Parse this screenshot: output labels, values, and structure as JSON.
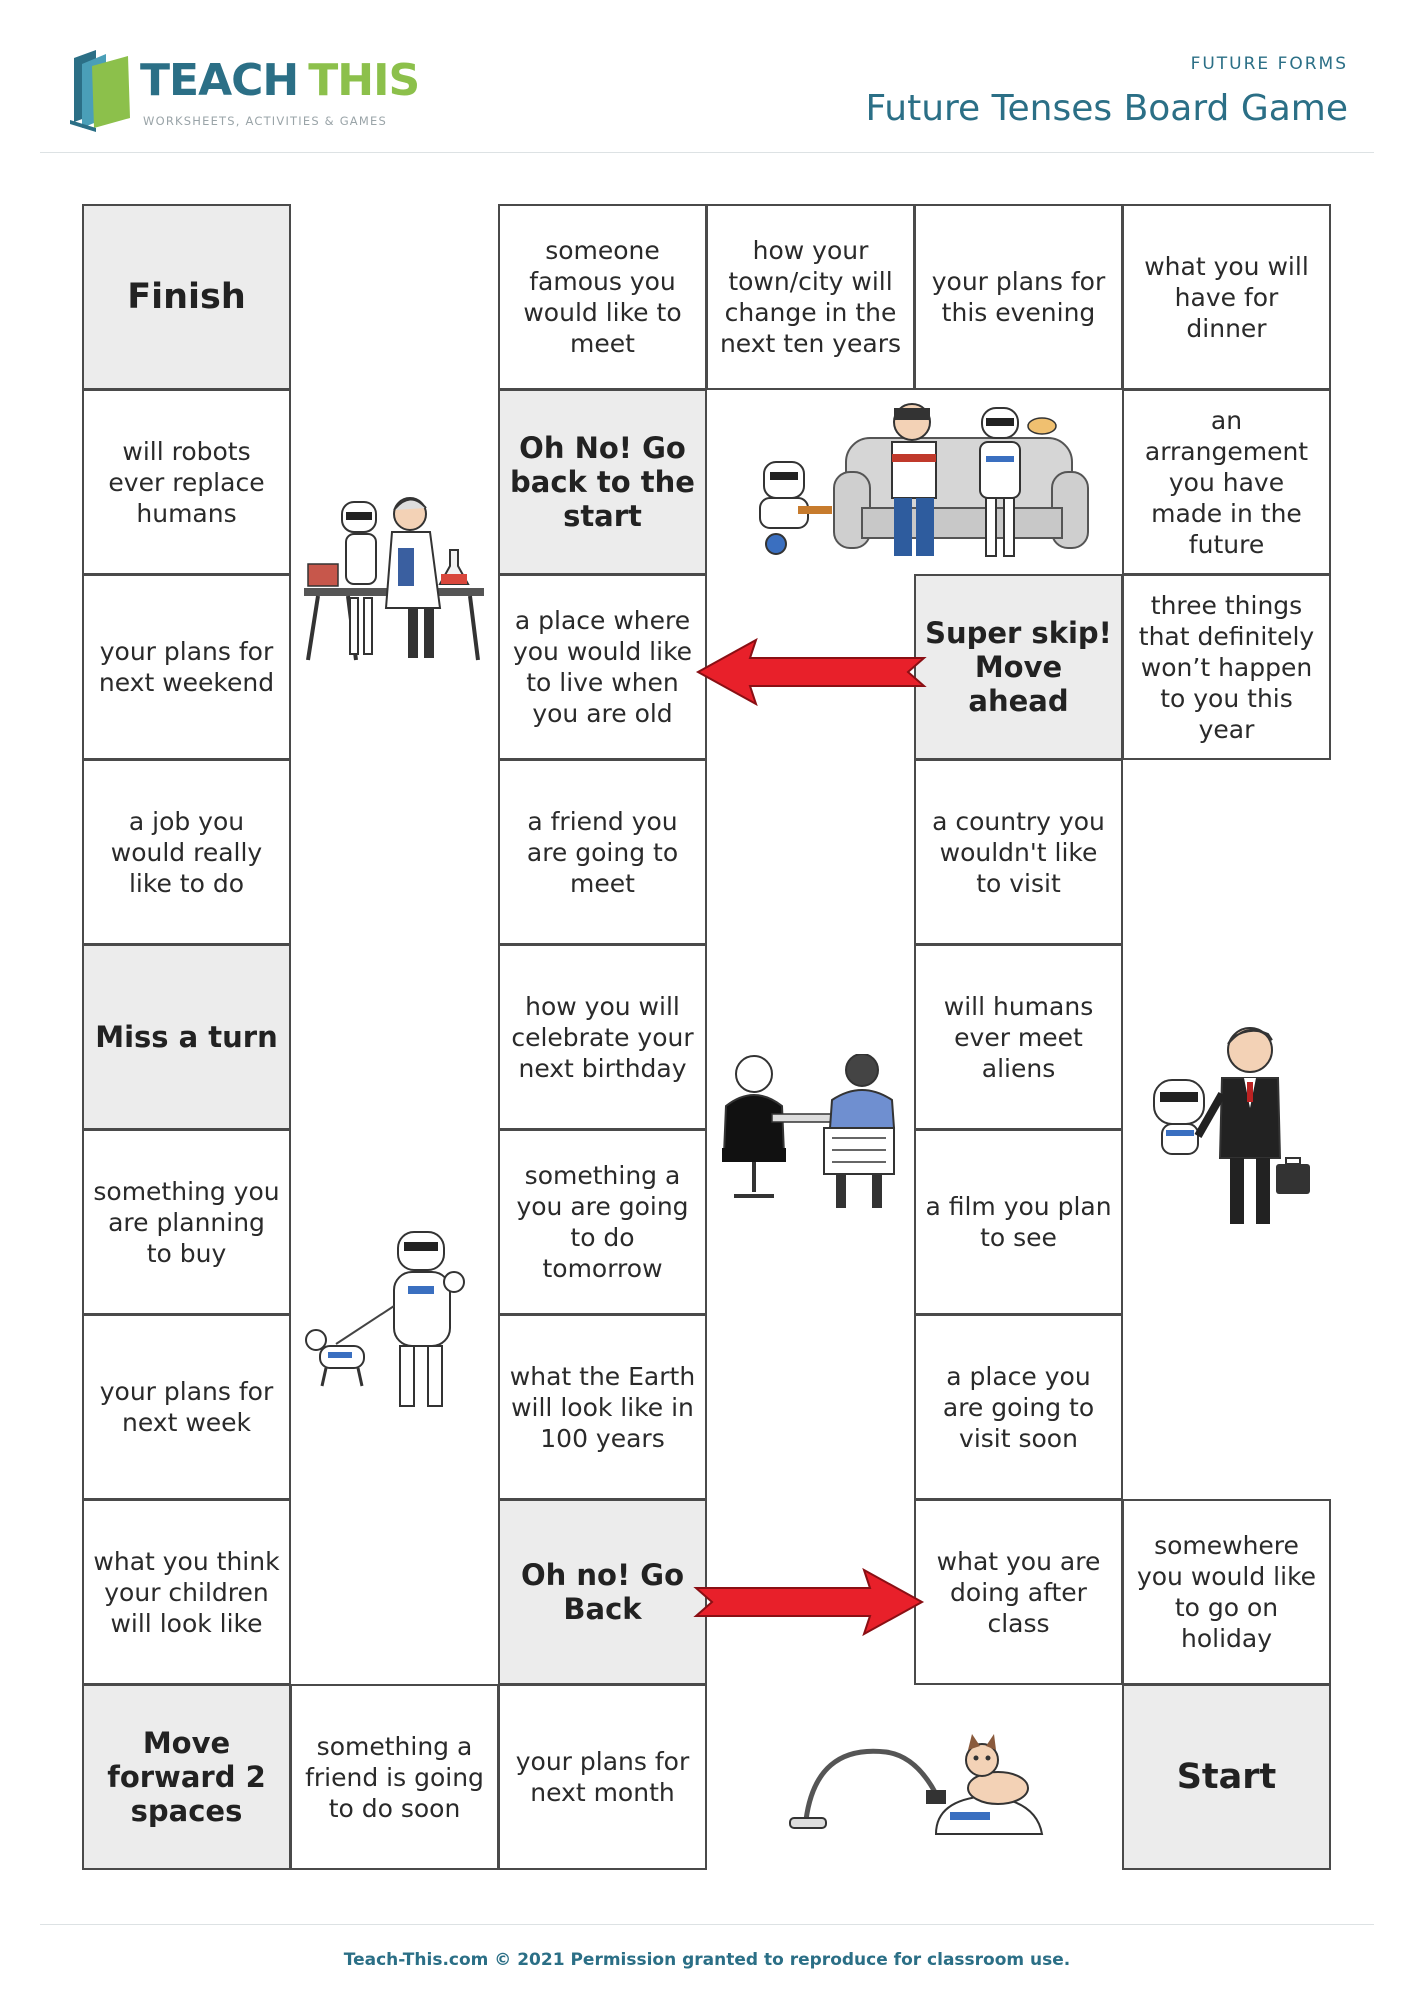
{
  "header": {
    "logo_teach": "TEACH",
    "logo_this": "THIS",
    "logo_tagline": "WORKSHEETS, ACTIVITIES & GAMES",
    "category": "FUTURE FORMS",
    "title": "Future Tenses Board Game"
  },
  "squares": [
    "Finish",
    "will robots ever replace humans",
    "your plans for next weekend",
    "a job you would really like to do",
    "Miss a turn",
    "something you are planning to buy",
    "your plans for next week",
    "what you think your children will look like",
    "Move forward 2 spaces",
    "something a friend is going to do soon",
    "your plans for next month",
    "someone famous you would like to meet",
    "Oh No! Go back to the start",
    "a place where you would like to live when you are old",
    "a friend you are going to meet",
    "how you will celebrate your next birthday",
    "something a you are going to do tomorrow",
    "what the Earth will look like in 100 years",
    "Oh no! Go Back",
    "how your town/city will change in the next ten years",
    "your plans for this evening",
    "Super skip! Move ahead",
    "a country you wouldn't like to visit",
    "will humans ever meet aliens",
    "a film you plan to see",
    "a place you are going to visit soon",
    "what you are doing after class",
    "what you will have for dinner",
    "an arrangement you have made in the future",
    "three things that definitely won’t happen to you this year",
    "somewhere you would like to go on holiday",
    "Start"
  ],
  "footer": "Teach-This.com © 2021 Permission granted to reproduce for classroom use.",
  "colors": {
    "brand_teal": "#2b6f86",
    "brand_green": "#8cc04b",
    "arrow_red": "#e8202a",
    "special_gray": "#ececec"
  }
}
